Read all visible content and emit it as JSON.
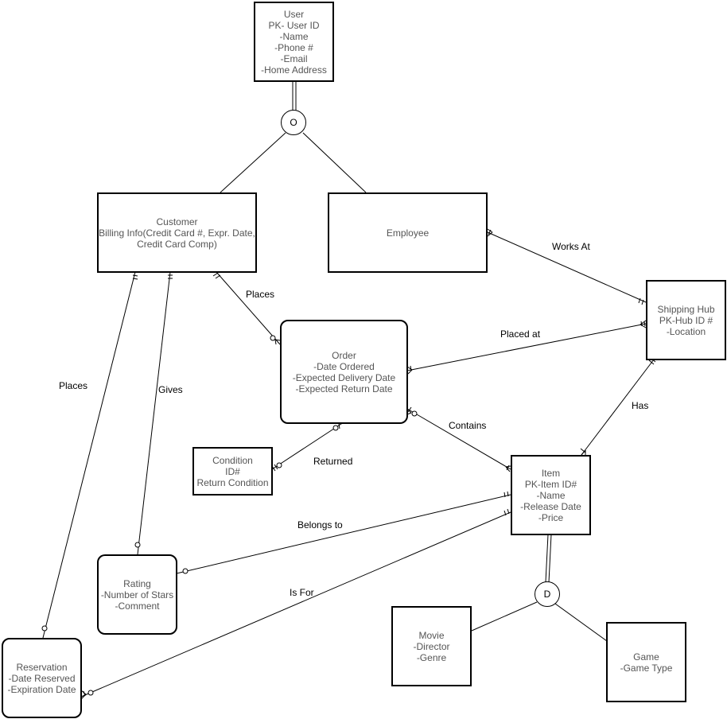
{
  "entities": {
    "user": "User\nPK- User ID\n-Name\n-Phone #\n-Email\n-Home Address",
    "customer": "Customer\nBilling Info(Credit Card #, Expr. Date,\nCredit Card Comp)",
    "employee": "Employee",
    "shipping_hub": "Shipping Hub\nPK-Hub ID #\n-Location",
    "order": "Order\n-Date Ordered\n-Expected Delivery Date\n-Expected Return Date",
    "condition": "Condition\nID#\nReturn Condition",
    "item": "Item\nPK-Item ID#\n-Name\n-Release Date\n-Price",
    "rating": "Rating\n-Number of Stars\n-Comment",
    "reservation": "Reservation\n-Date Reserved\n-Expiration Date",
    "movie": "Movie\n-Director\n-Genre",
    "game": "Game\n-Game Type"
  },
  "nodes": {
    "user_specialization": "O",
    "item_specialization": "D"
  },
  "relationships": {
    "works_at": "Works At",
    "places_order": "Places",
    "placed_at": "Placed at",
    "places_reservation": "Places",
    "gives": "Gives",
    "has": "Has",
    "contains": "Contains",
    "returned": "Returned",
    "belongs_to": "Belongs to",
    "is_for": "Is For"
  }
}
